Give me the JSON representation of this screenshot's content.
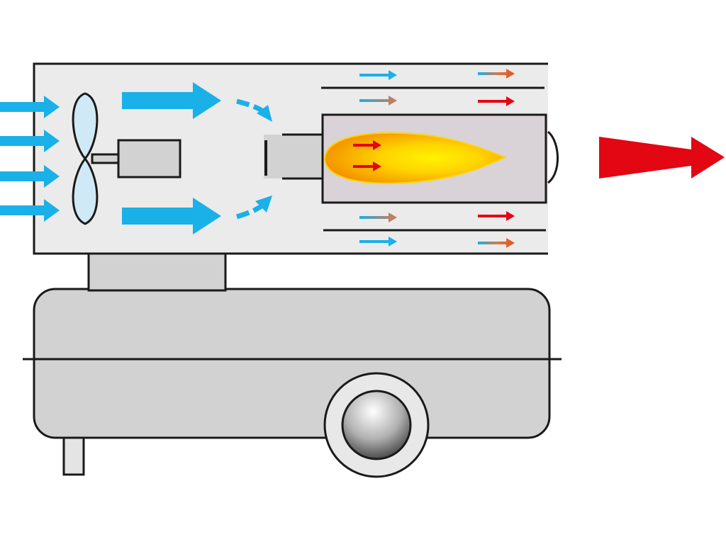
{
  "diagram": {
    "type": "heater-airflow-schematic",
    "components": [
      "intake-airflow",
      "fan",
      "motor",
      "burner-nozzle",
      "combustion-chamber",
      "flame",
      "heat-exchange-channels",
      "outlet-hot-air",
      "fuel-tank",
      "wheel",
      "support-leg"
    ],
    "colors": {
      "outline": "#1a1a1a",
      "housing": "#ebebeb",
      "tank": "#d2d2d2",
      "chamber": "#d9d2d6",
      "cold_air": "#1ab0e8",
      "hot_air": "#e30613",
      "warm_mid": "#d9774a",
      "flame_core": "#fff200",
      "flame_outer": "#f39200",
      "fan_blade": "#cfe9f7"
    },
    "icons": {
      "intake": "arrow-right-icon",
      "fan": "fan-icon",
      "motor": "motor-icon",
      "outlet": "arrow-right-icon"
    }
  }
}
